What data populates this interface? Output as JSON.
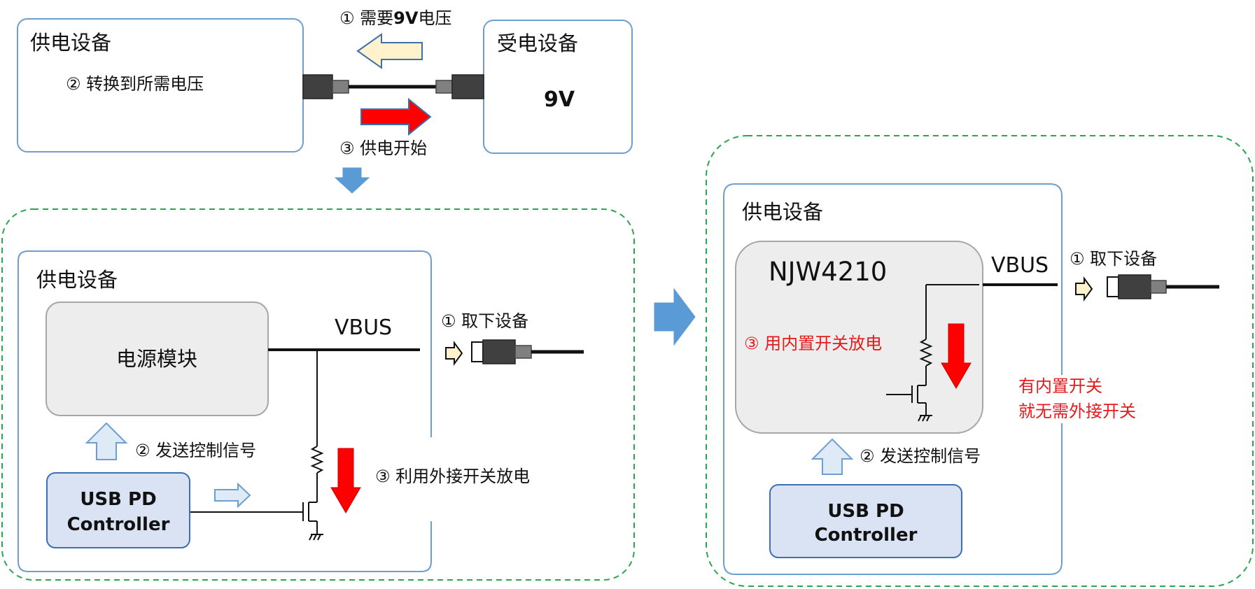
{
  "colors": {
    "box_border": "#6e9ecf",
    "group_border": "#2aa650",
    "module_fill": "#ededed",
    "module_border": "#a6a6a6",
    "controller_fill": "#dae3f3",
    "controller_border": "#3b6fb6",
    "request_arrow": "#fff2cc",
    "flow_arrow": "#5b9bd5",
    "signal_arrow": "#deebf7",
    "discharge_arrow": "#ff0000",
    "note_red": "#e8191c",
    "plug_dark": "#404040",
    "plug_tip": "#808080"
  },
  "icons": {
    "request": "left-arrow-icon",
    "supply": "right-arrow-icon",
    "flow": "down-arrow-icon",
    "transition": "right-chevron-arrow-icon",
    "signal": "up-arrow-icon",
    "discharge": "down-arrow-icon",
    "plug": "usb-plug-icon"
  },
  "top": {
    "source_title": "供电设备",
    "convert_label": "② 转换到所需电压",
    "request_prefix": "① 需要",
    "request_voltage": "9V",
    "request_suffix": "电压",
    "supply_label": "③ 供电开始",
    "sink_title": "受电设备",
    "sink_voltage": "9V"
  },
  "left": {
    "device_title": "供电设备",
    "module_label": "电源模块",
    "vbus": "VBUS",
    "remove_label": "① 取下设备",
    "signal_label": "② 发送控制信号",
    "discharge_label": "③ 利用外接开关放电",
    "controller_line1": "USB PD",
    "controller_line2": "Controller"
  },
  "right": {
    "device_title": "供电设备",
    "ic_label": "NJW4210",
    "vbus": "VBUS",
    "remove_label": "① 取下设备",
    "discharge_label": "③ 用内置开关放电",
    "note_line1": "有内置开关",
    "note_line2": "就无需外接开关",
    "signal_label": "② 发送控制信号",
    "controller_line1": "USB PD",
    "controller_line2": "Controller"
  }
}
